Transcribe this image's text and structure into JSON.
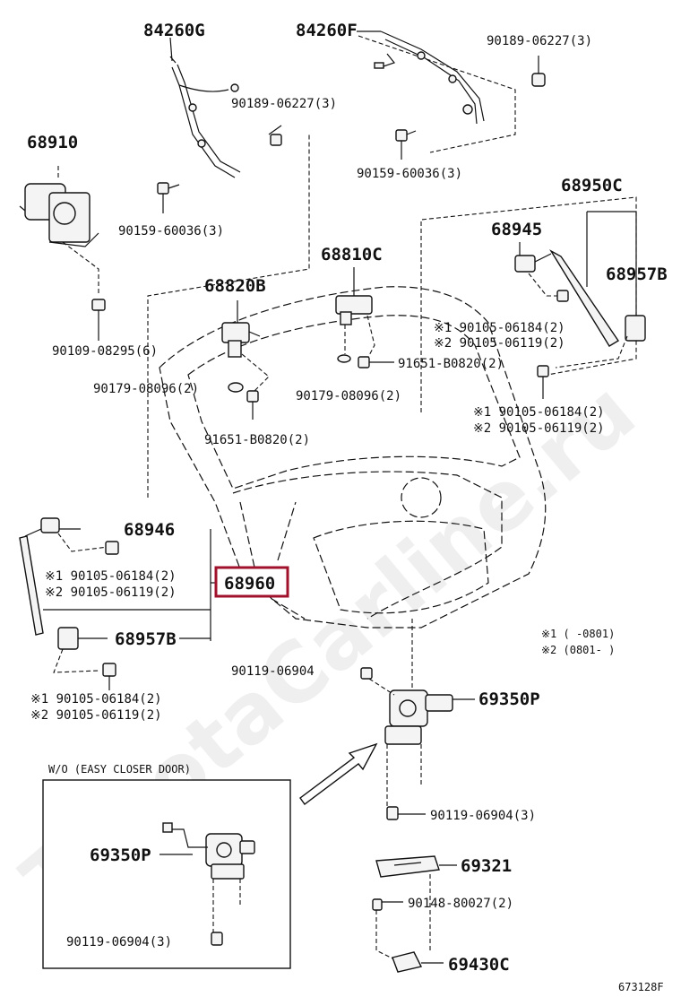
{
  "watermark": "ToyotaCarline.ru",
  "diagram_code": "673128F",
  "highlight_color": "#a0112b",
  "parts": {
    "p84260G": "84260G",
    "p84260F": "84260F",
    "p90189_left": "90189-06227(3)",
    "p90189_right": "90189-06227(3)",
    "p68910": "68910",
    "p90159_left": "90159-60036(3)",
    "p90159_right": "90159-60036(3)",
    "p68950C": "68950C",
    "p68945": "68945",
    "p68957B_right": "68957B",
    "p68810C": "68810C",
    "p68820B": "68820B",
    "p90109": "90109-08295(6)",
    "p90105_r_a1": "※1 90105-06184(2)",
    "p90105_r_a2": "※2 90105-06119(2)",
    "p91651_right": "91651-B0820(2)",
    "p90179_left": "90179-08096(2)",
    "p90179_right": "90179-08096(2)",
    "p90105_r_b1": "※1 90105-06184(2)",
    "p90105_r_b2": "※2 90105-06119(2)",
    "p91651_left": "91651-B0820(2)",
    "p68946": "68946",
    "p90105_l_a1": "※1 90105-06184(2)",
    "p90105_l_a2": "※2 90105-06119(2)",
    "p68960": "68960",
    "p68957B_left": "68957B",
    "p90105_l_b1": "※1 90105-06184(2)",
    "p90105_l_b2": "※2 90105-06119(2)",
    "p90119_top": "90119-06904",
    "p69350P_main": "69350P",
    "p90119_mid": "90119-06904(3)",
    "p69321": "69321",
    "p90148": "90148-80027(2)",
    "p69430C": "69430C",
    "p69350P_inset": "69350P",
    "p90119_inset": "90119-06904(3)"
  },
  "legend": {
    "note1": "※1 (     -0801)",
    "note2": "※2 (0801-     )"
  },
  "inset": {
    "title": "W/O (EASY CLOSER DOOR)"
  }
}
